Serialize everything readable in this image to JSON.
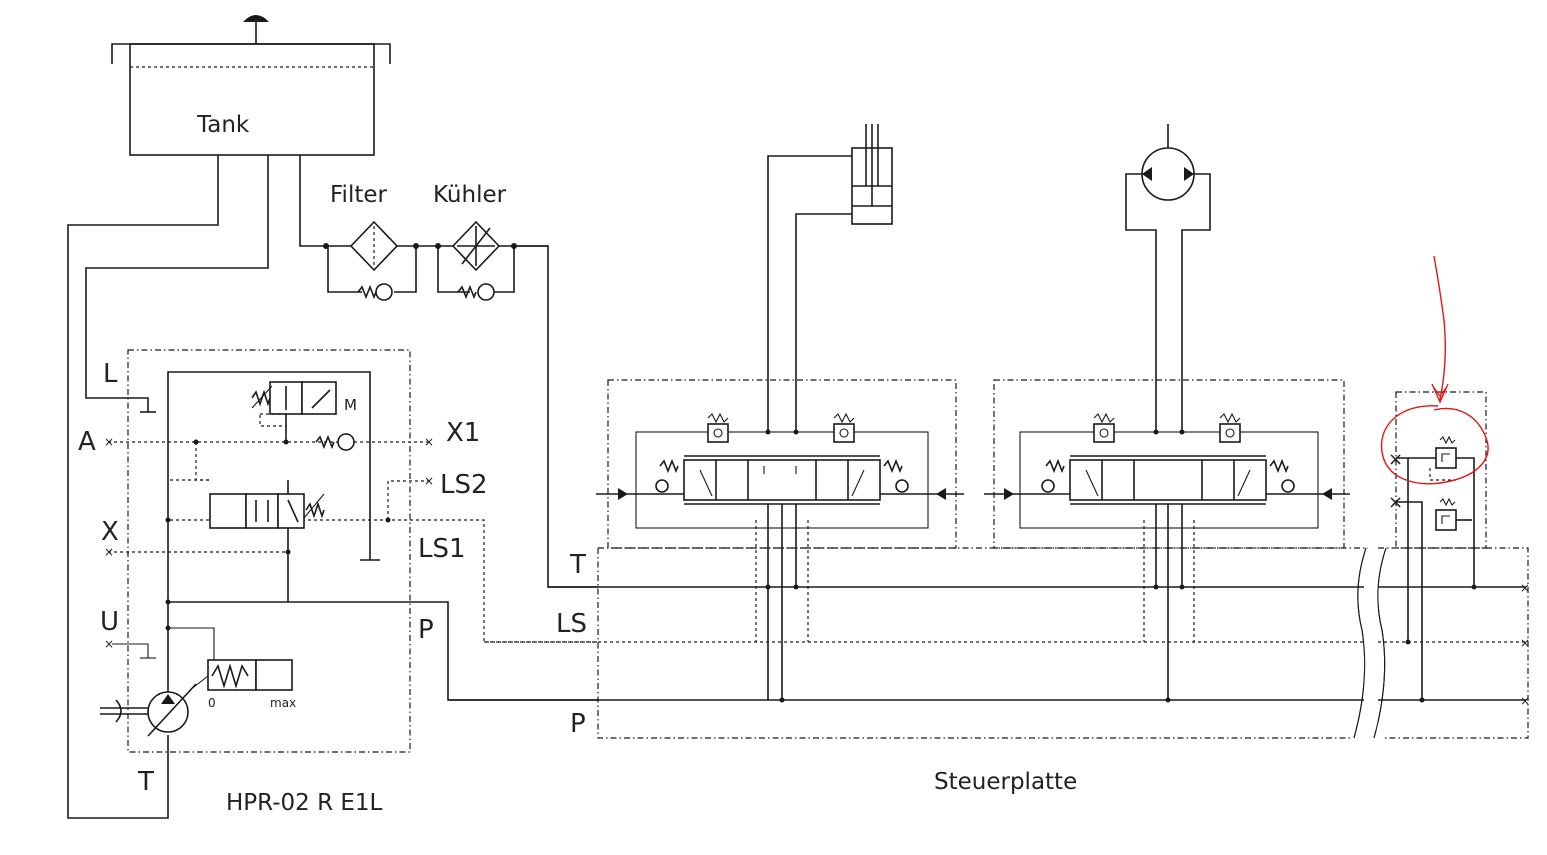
{
  "labels": {
    "tank": "Tank",
    "filter": "Filter",
    "cooler": "Kühler",
    "port_L": "L",
    "port_A": "A",
    "port_X1": "X1",
    "port_LS2": "LS2",
    "port_X": "X",
    "port_LS1": "LS1",
    "port_U": "U",
    "port_P_pump": "P",
    "port_T_pump": "T",
    "pump_name": "HPR-02 R E1L",
    "motor_M": "M",
    "disp_min": "0",
    "disp_max": "max",
    "line_T": "T",
    "line_LS": "LS",
    "line_P": "P",
    "control_plate": "Steuerplatte"
  },
  "colors": {
    "line": "#1a1a1a",
    "annotation": "#e01818",
    "background": "#ffffff"
  }
}
